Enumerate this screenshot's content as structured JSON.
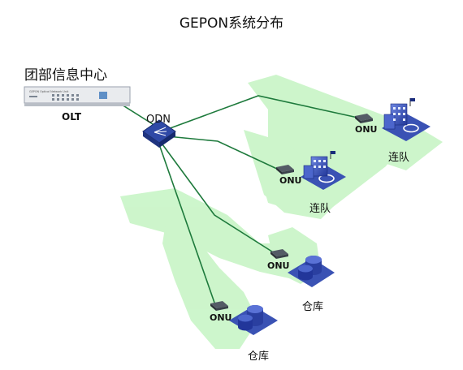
{
  "title": "GEPON系统分布",
  "headquarters": "团部信息中心",
  "olt": {
    "label": "OLT",
    "panel_text": "GEPON Optical Network Unit"
  },
  "odn": {
    "label": "ODN"
  },
  "onus": [
    {
      "label": "ONU",
      "site": "连队"
    },
    {
      "label": "ONU",
      "site": "连队"
    },
    {
      "label": "ONU",
      "site": "仓库"
    },
    {
      "label": "ONU",
      "site": "仓库"
    }
  ],
  "colors": {
    "fiber": "#1e7a3c",
    "coverage": "#c8f5c6",
    "building": "#2e46a8",
    "ground": "#3a52b4"
  }
}
